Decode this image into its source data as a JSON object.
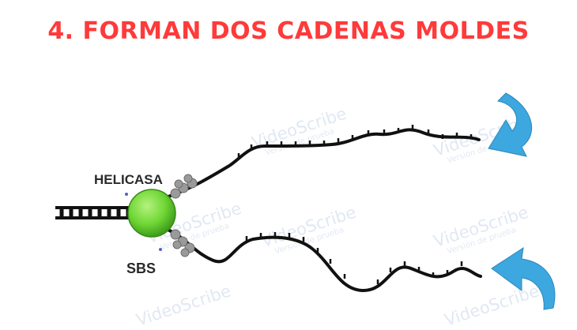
{
  "title": "4.  FORMAN DOS CADENAS MOLDES",
  "colors": {
    "title": "#ff3a3a",
    "helicase": "#6ed634",
    "arrow": "#3da7df",
    "strand": "#111111",
    "ssb_proteins": "#9a9a9a",
    "watermark": "#c9d6ea"
  },
  "diagram": {
    "labels": {
      "helicase": "HELICASA",
      "ssb": "SBS"
    },
    "watermark": {
      "brand": "VideoScribe",
      "sub": "Versión de prueba"
    },
    "icons": [
      "curved-arrow-down-icon",
      "curved-arrow-up-icon"
    ]
  }
}
